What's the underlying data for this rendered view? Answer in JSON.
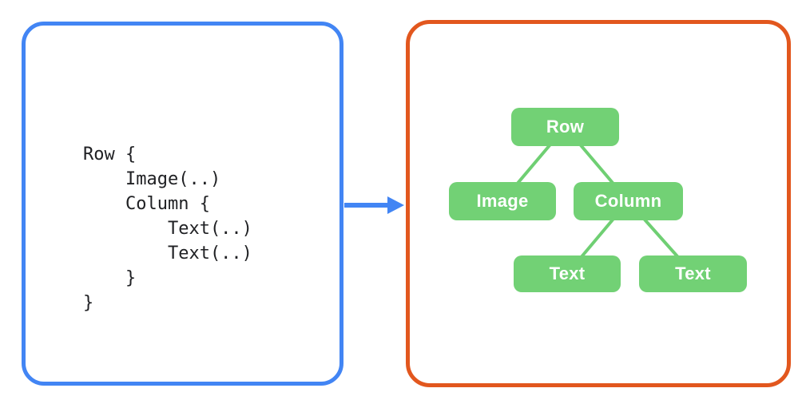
{
  "colors": {
    "code_panel_border": "#4285F4",
    "tree_panel_border": "#E2571E",
    "node_fill": "#72D175",
    "edge_line": "#6FCF73",
    "node_text": "#FFFFFF",
    "code_text": "#202124",
    "arrow": "#4285F4",
    "background": "#FFFFFF"
  },
  "code": {
    "text": "Row {\n    Image(..)\n    Column {\n        Text(..)\n        Text(..)\n    }\n}"
  },
  "arrow": {
    "icon": "arrow-right",
    "direction": "left-to-right"
  },
  "tree": {
    "nodes": [
      {
        "id": "row",
        "label": "Row"
      },
      {
        "id": "image",
        "label": "Image"
      },
      {
        "id": "column",
        "label": "Column"
      },
      {
        "id": "text1",
        "label": "Text"
      },
      {
        "id": "text2",
        "label": "Text"
      }
    ],
    "edges": [
      {
        "from": "row",
        "to": "image"
      },
      {
        "from": "row",
        "to": "column"
      },
      {
        "from": "column",
        "to": "text1"
      },
      {
        "from": "column",
        "to": "text2"
      }
    ]
  }
}
